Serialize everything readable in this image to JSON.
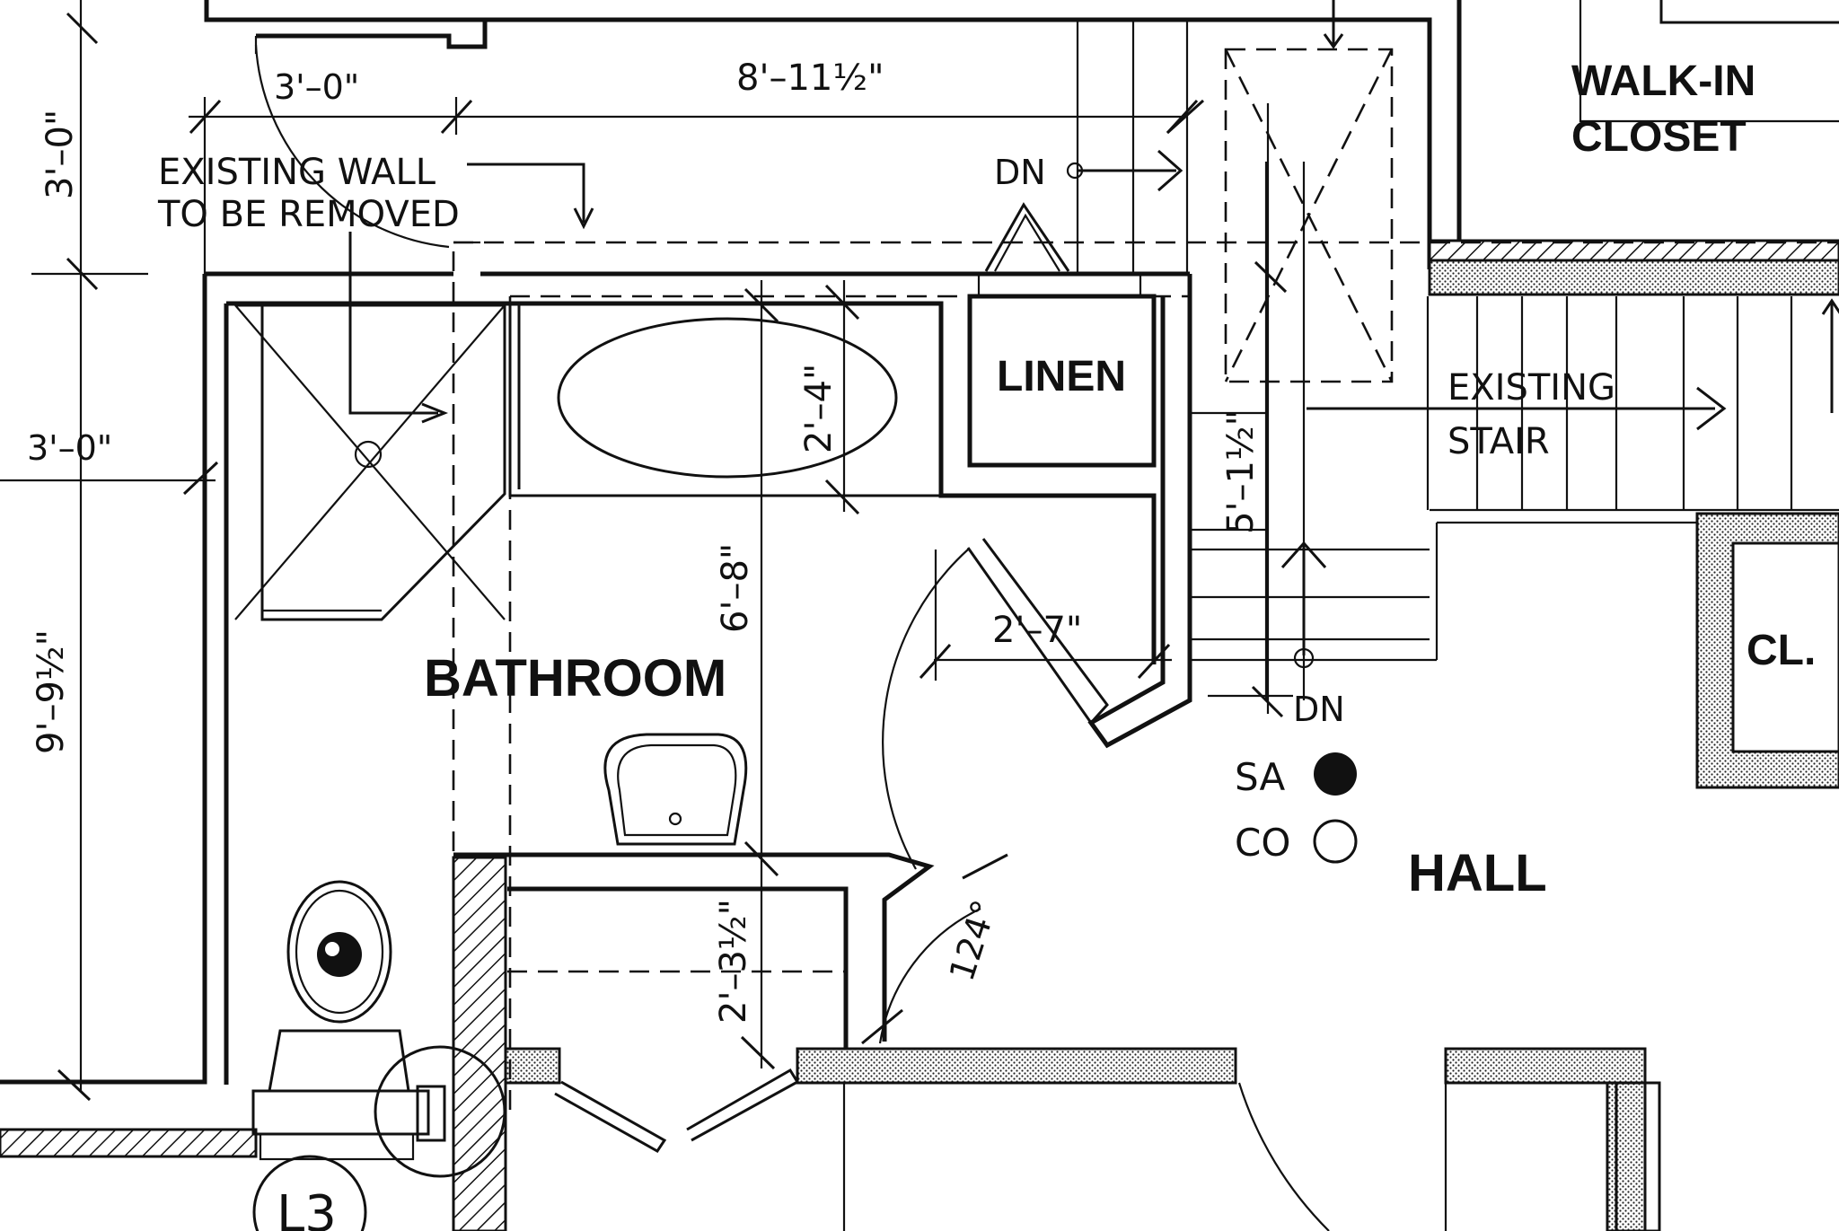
{
  "rooms": {
    "bathroom": "BATHROOM",
    "linen": "LINEN",
    "walk_in_line1": "WALK-IN",
    "walk_in_line2": "CLOSET",
    "hall": "HALL",
    "closet_small": "CL."
  },
  "notes": {
    "existing_wall_line1": "EXISTING WALL",
    "existing_wall_line2": "TO BE REMOVED",
    "existing_stair_line1": "EXISTING",
    "existing_stair_line2": "STAIR",
    "dn_top": "DN",
    "dn_bottom": "DN",
    "sa": "SA",
    "co": "CO",
    "angle": "124°",
    "detail_ref": "L3"
  },
  "dimensions": {
    "top_left_door": "3'–0\"",
    "top_run": "8'–11½\"",
    "left_upper": "3'–0\"",
    "left_mid": "3'–0\"",
    "left_total": "9'–9½\"",
    "tub_width": "2'–4\"",
    "tub_run": "6'–8\"",
    "linen_door": "2'–7\"",
    "stair_run": "5'–1½\"",
    "vanity": "2'–3½\""
  },
  "colors": {
    "ink": "#111111",
    "paper": "#ffffff"
  }
}
